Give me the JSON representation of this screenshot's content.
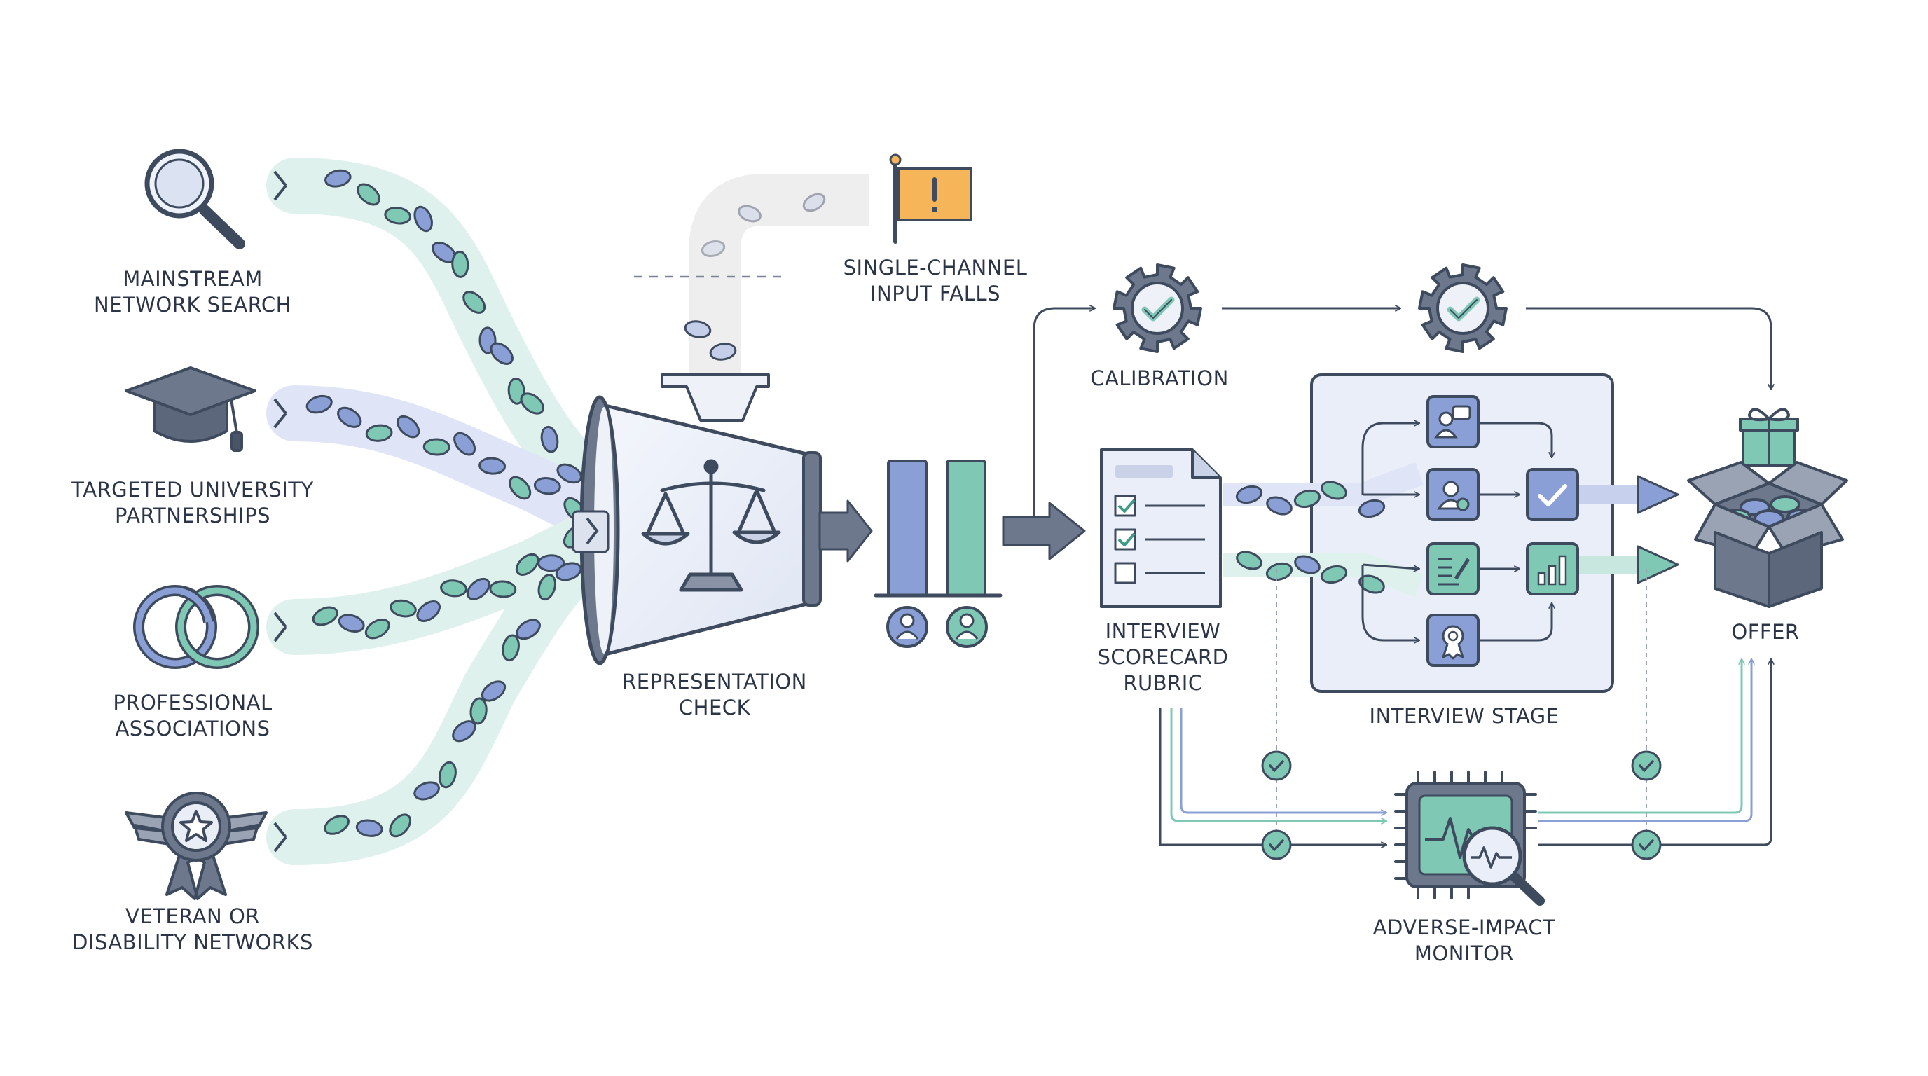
{
  "sources": [
    {
      "id": "mainstream",
      "icon": "magnifier-icon",
      "lines": [
        "MAINSTREAM",
        "NETWORK SEARCH"
      ]
    },
    {
      "id": "university",
      "icon": "graduation-cap-icon",
      "lines": [
        "TARGETED UNIVERSITY",
        "PARTNERSHIPS"
      ]
    },
    {
      "id": "associations",
      "icon": "linked-rings-icon",
      "lines": [
        "PROFESSIONAL",
        "ASSOCIATIONS"
      ]
    },
    {
      "id": "veteran",
      "icon": "star-badge-icon",
      "lines": [
        "VETERAN OR",
        "DISABILITY NETWORKS"
      ]
    }
  ],
  "alert": {
    "icon": "warning-flag-icon",
    "lines": [
      "SINGLE-CHANNEL",
      "INPUT FALLS"
    ]
  },
  "representation_check": {
    "icon": "balance-scale-icon",
    "lines": [
      "REPRESENTATION",
      "CHECK"
    ]
  },
  "calibration": {
    "icon": "gear-check-icon",
    "lines": [
      "CALIBRATION"
    ]
  },
  "scorecard": {
    "icon": "checklist-document-icon",
    "lines": [
      "INTERVIEW",
      "SCORECARD",
      "RUBRIC"
    ]
  },
  "interview_stage": {
    "lines": [
      "INTERVIEW STAGE"
    ],
    "icons": [
      "chat-person-icon",
      "person-icon",
      "notes-icon",
      "award-icon",
      "check-icon",
      "bar-chart-icon"
    ]
  },
  "offer": {
    "icon": "gift-box-icon",
    "lines": [
      "OFFER"
    ]
  },
  "monitor": {
    "icon": "monitor-magnifier-icon",
    "lines": [
      "ADVERSE-IMPACT",
      "MONITOR"
    ]
  },
  "colors": {
    "ink": "#3e4a5e",
    "blue": "#8a9fd6",
    "green": "#7fc8b4",
    "blue_stream": "#dfe5f7",
    "green_stream": "#dff1ec",
    "panel": "#e9eef8",
    "flag": "#f7b55a"
  }
}
